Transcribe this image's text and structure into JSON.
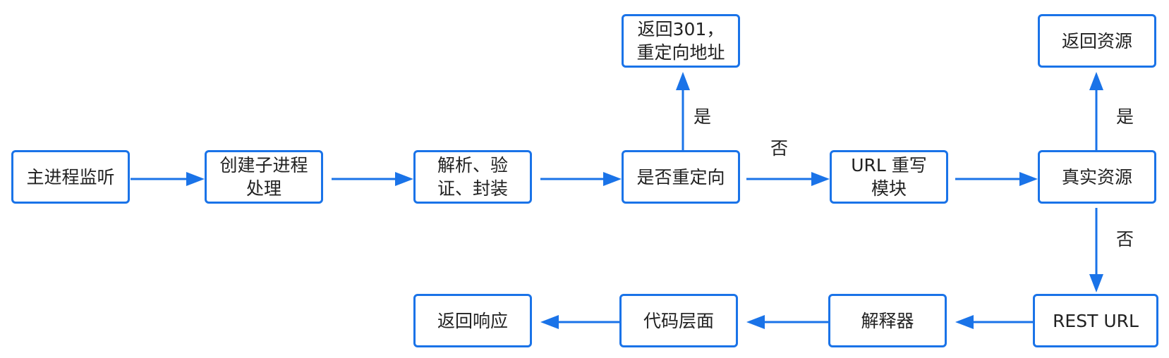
{
  "colors": {
    "stroke": "#1a73e8",
    "text": "#222222",
    "background": "#ffffff"
  },
  "nodes": {
    "main_listen": "主进程监听",
    "child_process": "创建子进程\n处理",
    "parse_validate": "解析、验\n证、封装",
    "is_redirect": "是否重定向",
    "return_301": "返回301，\n重定向地址",
    "url_rewrite": "URL 重写\n模块",
    "real_resource": "真实资源",
    "return_resource": "返回资源",
    "rest_url": "REST URL",
    "interpreter": "解释器",
    "code_layer": "代码层面",
    "return_response": "返回响应"
  },
  "edge_labels": {
    "redirect_yes": "是",
    "redirect_no": "否",
    "resource_yes": "是",
    "resource_no": "否"
  }
}
